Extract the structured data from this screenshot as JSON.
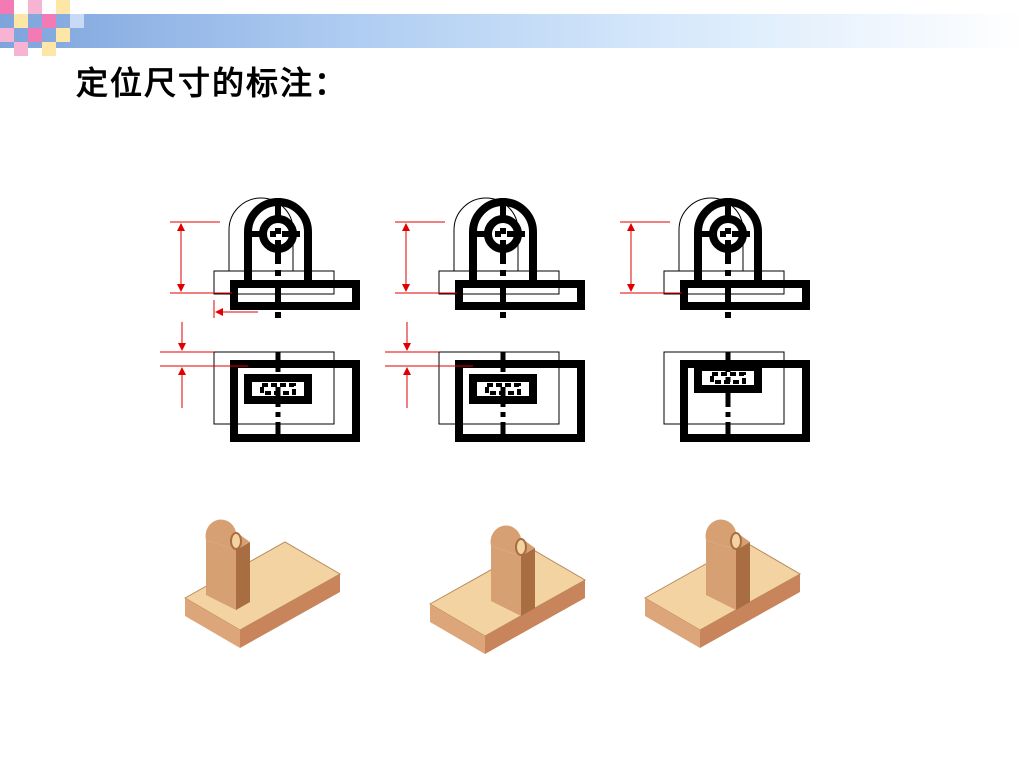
{
  "slide": {
    "title": "定位尺寸的标注："
  },
  "theme": {
    "bar_colors": [
      "#7ea4dc",
      "#d6e8fb"
    ],
    "corner_colors": [
      "#f27ab5",
      "#f6b3d2",
      "#fde6a6",
      "#c8daf6"
    ],
    "dimension_color": "#e00000",
    "line_color": "#000000",
    "block_top": "#f4d3a3",
    "block_front": "#dca57a",
    "block_side": "#c8845a",
    "support_light": "#d7a073",
    "support_dark": "#a96d42"
  },
  "figures": [
    {
      "name": "figure-1"
    },
    {
      "name": "figure-2"
    },
    {
      "name": "figure-3"
    }
  ]
}
